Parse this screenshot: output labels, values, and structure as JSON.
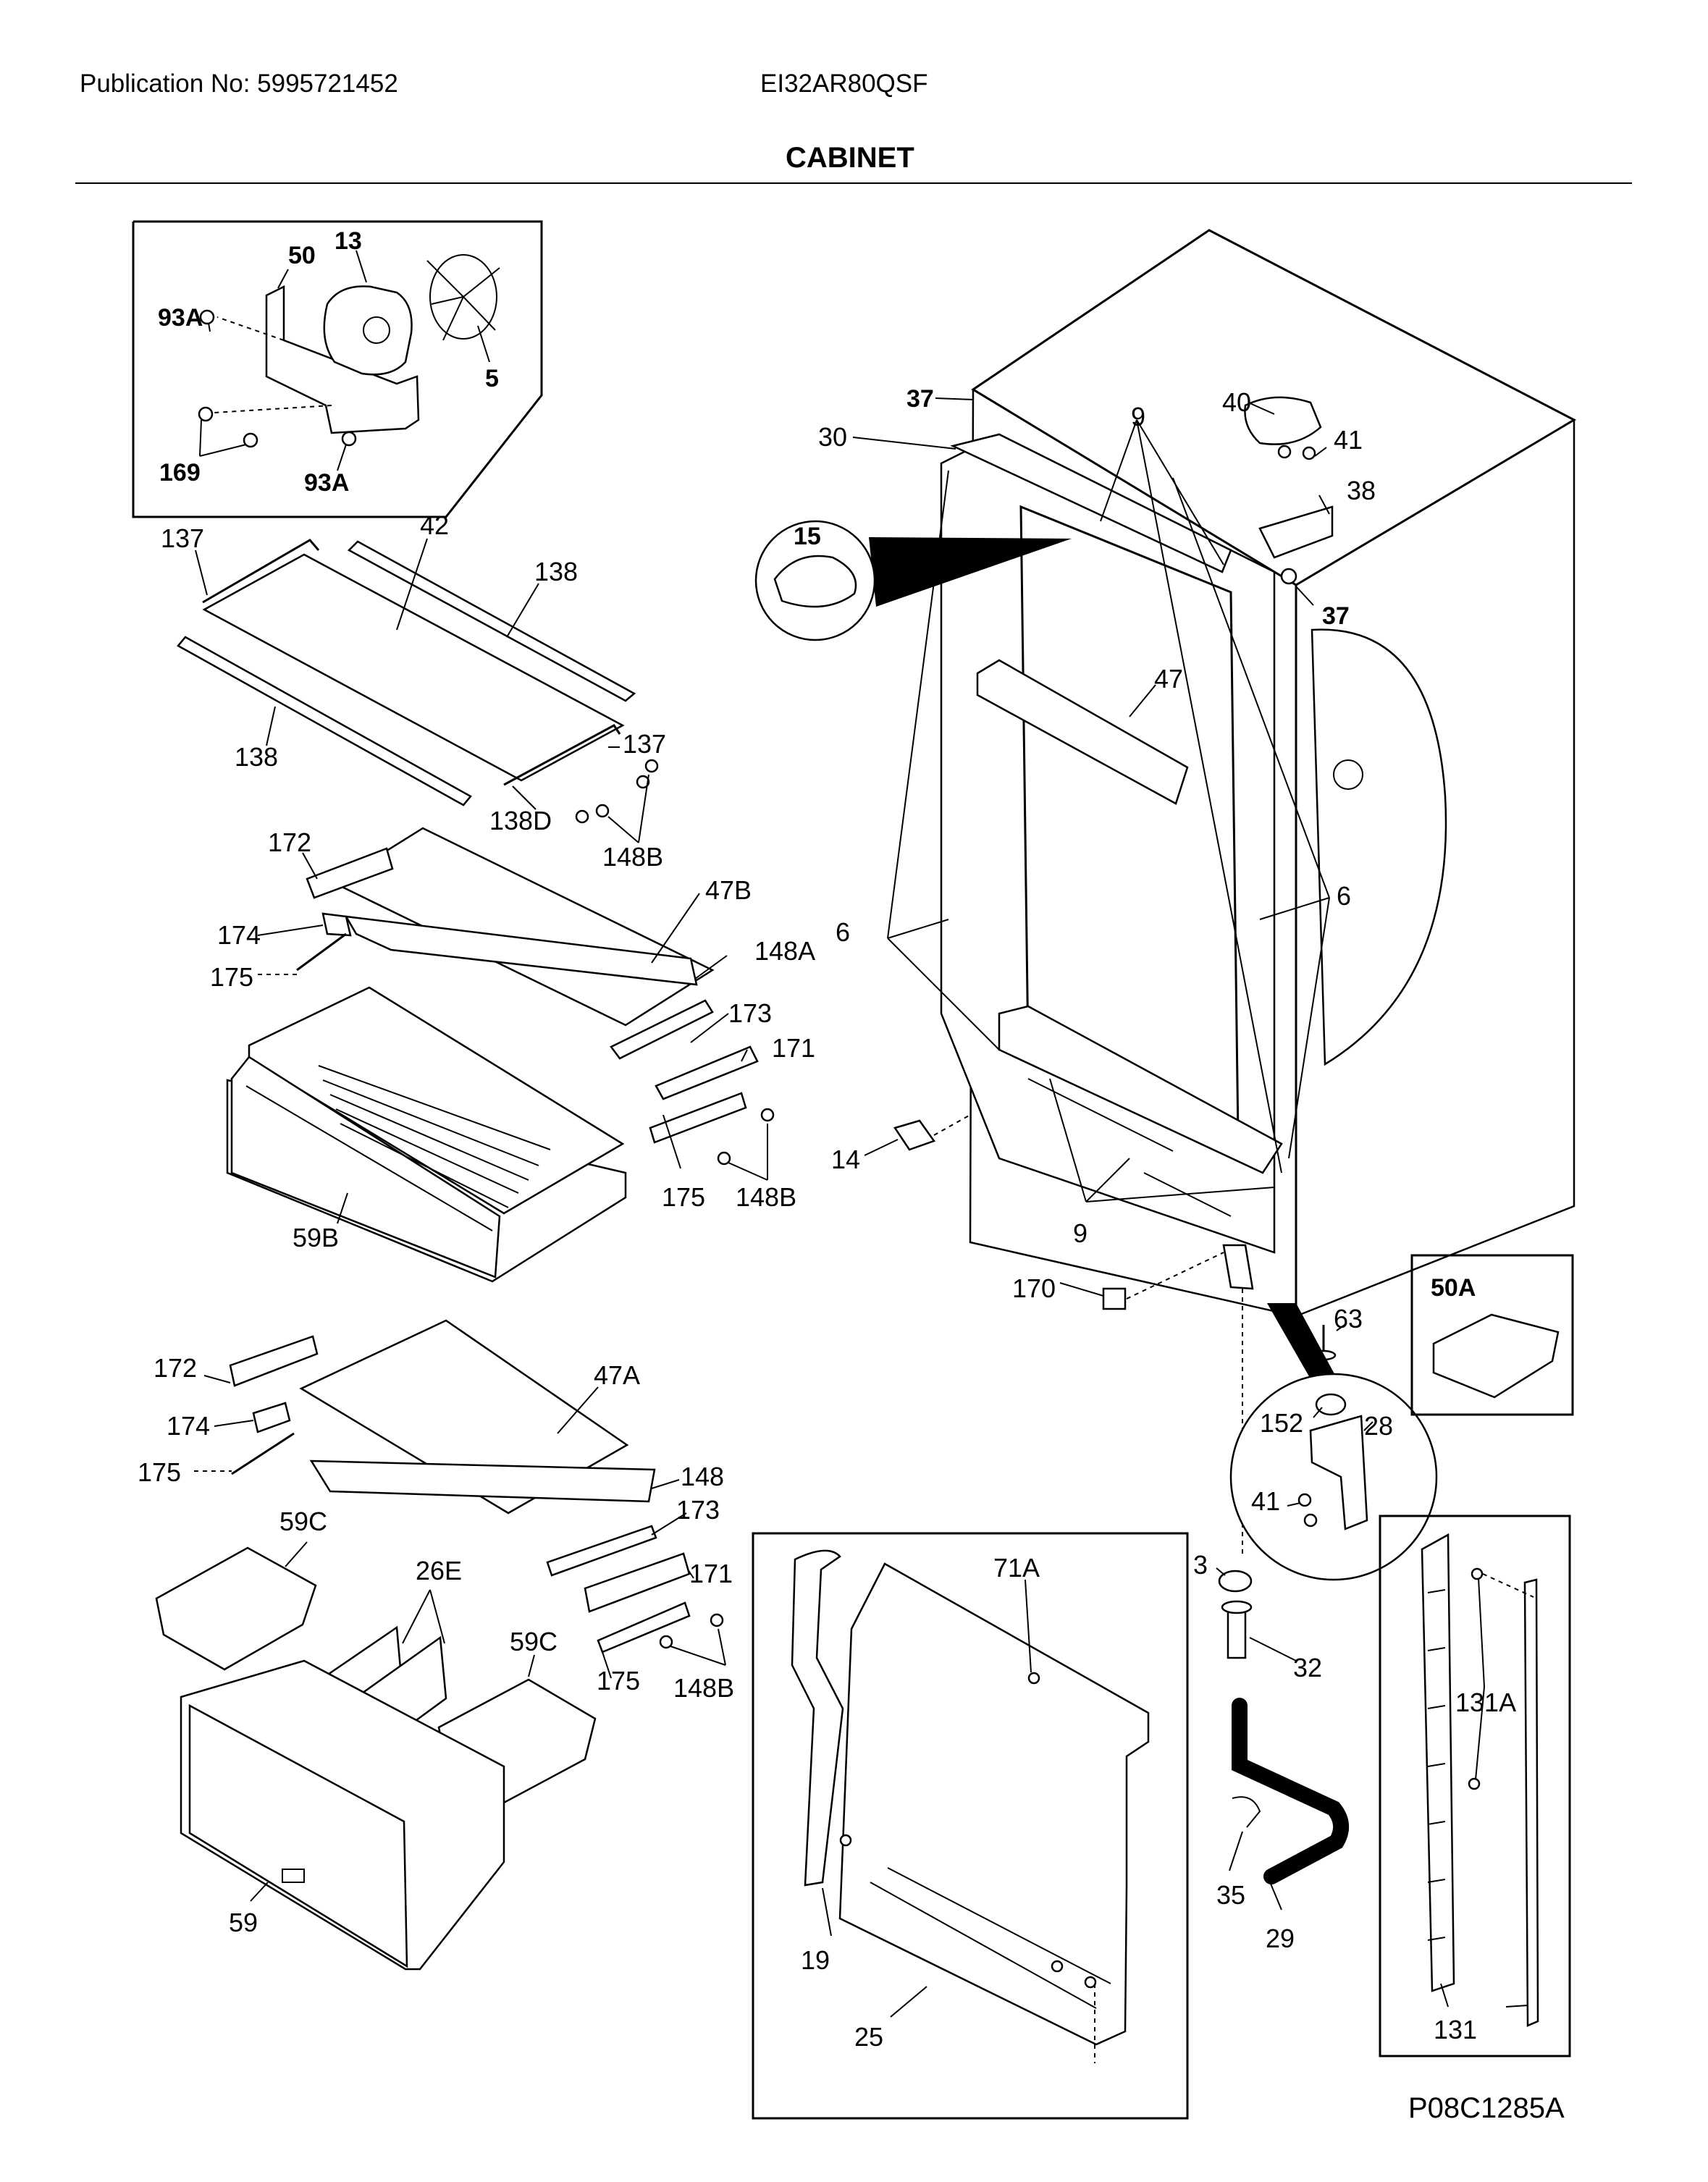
{
  "header": {
    "publication": "Publication No: 5995721452",
    "model": "EI32AR80QSF",
    "title": "CABINET"
  },
  "figure_code": "P08C1285A",
  "callouts": {
    "c50": "50",
    "c13": "13",
    "c93A_a": "93A",
    "c5": "5",
    "c169": "169",
    "c93A_b": "93A",
    "c137_a": "137",
    "c42": "42",
    "c138_a": "138",
    "c138_b": "138",
    "c137_b": "137",
    "c138D": "138D",
    "c148B_a": "148B",
    "c172_a": "172",
    "c47B": "47B",
    "c174_a": "174",
    "c175_a": "175",
    "c148A": "148A",
    "c173_a": "173",
    "c171_a": "171",
    "c175_b": "175",
    "c148B_b": "148B",
    "c59B": "59B",
    "c172_b": "172",
    "c47A": "47A",
    "c174_b": "174",
    "c175_c": "175",
    "c148": "148",
    "c59C_a": "59C",
    "c173_b": "173",
    "c26E": "26E",
    "c171_b": "171",
    "c59C_b": "59C",
    "c175_d": "175",
    "c148B_c": "148B",
    "c59": "59",
    "c37_a": "37",
    "c30": "30",
    "c9_a": "9",
    "c40": "40",
    "c41_a": "41",
    "c38": "38",
    "c15": "15",
    "c37_b": "37",
    "c47": "47",
    "c6_a": "6",
    "c6_b": "6",
    "c14": "14",
    "c9_b": "9",
    "c170": "170",
    "c50A": "50A",
    "c63": "63",
    "c152": "152",
    "c28": "28",
    "c41_b": "41",
    "c3": "3",
    "c32": "32",
    "c71A": "71A",
    "c131A": "131A",
    "c35": "35",
    "c29": "29",
    "c19": "19",
    "c25": "25",
    "c131": "131"
  }
}
